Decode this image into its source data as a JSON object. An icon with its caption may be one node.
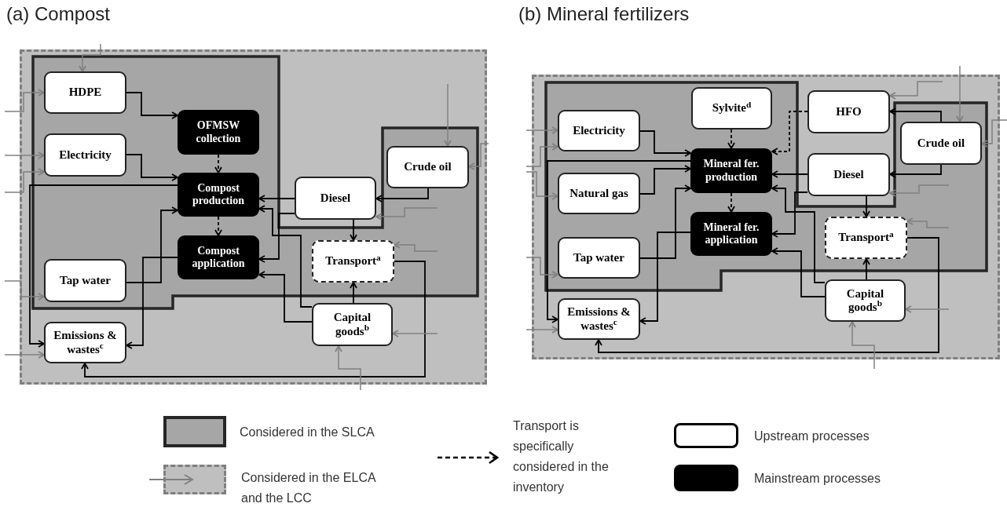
{
  "diagram": {
    "nodes": [
      {
        "text": [
          "(a) Compost"
        ]
      },
      {
        "text": [
          "HDPE"
        ],
        "in": 0
      },
      {
        "text": [
          "OFMSW collection"
        ],
        "in": 0
      },
      {
        "text": [
          "Electricity"
        ],
        "in": 0
      },
      {
        "text": [
          "Compost production"
        ],
        "in": 0
      },
      {
        "text": [
          "Crude oil"
        ],
        "in": 0
      },
      {
        "text": [
          "Diesel"
        ],
        "in": 0
      },
      {
        "text": [
          "Compost application"
        ],
        "in": 0
      },
      {
        "text": [
          "Tap water"
        ],
        "in": 0
      },
      {
        "text": [
          "Transport$^{a}$"
        ],
        "in": 0
      },
      {
        "text": [
          "Emissions & wastes$^{c}$"
        ],
        "in": 0
      },
      {
        "text": [
          "Capital goods$^{b}$"
        ],
        "in": 0
      },
      {
        "text": [
          "(b) Mineral fertilizers"
        ]
      },
      {
        "text": [
          "Sylvite$^{d}$"
        ],
        "in": 12
      },
      {
        "text": [
          "HFO"
        ],
        "in": 12
      },
      {
        "text": [
          "Electricity"
        ],
        "in": 12
      },
      {
        "text": [
          "Crude oil"
        ],
        "in": 12
      },
      {
        "text": [
          "Mineral fer. production"
        ],
        "in": 12
      },
      {
        "text": [
          "Natural gas"
        ],
        "in": 12
      },
      {
        "text": [
          "Diesel"
        ],
        "in": 12
      },
      {
        "text": [
          "Mineral fer. application"
        ],
        "in": 12
      },
      {
        "text": [
          "Tap water"
        ],
        "in": 12
      },
      {
        "text": [
          "Transport$^{a}$"
        ],
        "in": 12
      },
      {
        "text": [
          "Capital goods$^{b}$"
        ],
        "in": 12
      },
      {
        "text": [
          "Emissions & wastes$^{c}$"
        ],
        "in": 12
      }
    ],
    "edges": [
      {
        "from": 1,
        "to": 2,
        "arrow": "to"
      },
      {
        "from": 2,
        "to": 4,
        "arrow": "to",
        "style": "dashed"
      },
      {
        "from": 3,
        "to": 4,
        "arrow": "to"
      },
      {
        "from": 4,
        "to": 10,
        "arrow": "to"
      },
      {
        "from": 8,
        "to": 4,
        "arrow": "to"
      },
      {
        "from": 7,
        "to": 10,
        "arrow": "to"
      },
      {
        "from": 4,
        "to": 7,
        "arrow": "to",
        "style": "dashed"
      },
      {
        "from": 5,
        "to": 6,
        "arrow": "to"
      },
      {
        "from": 6,
        "to": 4,
        "arrow": "to"
      },
      {
        "from": 6,
        "to": 7,
        "arrow": "to"
      },
      {
        "from": 6,
        "to": 9,
        "arrow": "to"
      },
      {
        "from": 11,
        "to": 4,
        "arrow": "to"
      },
      {
        "from": 11,
        "to": 7,
        "arrow": "to"
      },
      {
        "from": 11,
        "to": 9,
        "arrow": "to"
      },
      {
        "from": 9,
        "to": 10,
        "arrow": "to"
      },
      {
        "from": null,
        "to": 1,
        "arrow": "to",
        "color": "#808080"
      },
      {
        "from": null,
        "to": 1,
        "arrow": "to",
        "color": "#808080"
      },
      {
        "from": null,
        "to": 3,
        "arrow": "to",
        "color": "#808080"
      },
      {
        "from": null,
        "to": 3,
        "arrow": "to",
        "color": "#808080"
      },
      {
        "from": null,
        "to": 8,
        "arrow": "to",
        "color": "#808080"
      },
      {
        "from": null,
        "to": 10,
        "arrow": "to",
        "color": "#808080"
      },
      {
        "from": null,
        "to": 5,
        "arrow": "to",
        "color": "#808080"
      },
      {
        "from": null,
        "to": 5,
        "arrow": "to",
        "color": "#808080"
      },
      {
        "from": null,
        "to": 6,
        "arrow": "to",
        "color": "#808080"
      },
      {
        "from": null,
        "to": 9,
        "arrow": "to",
        "color": "#808080"
      },
      {
        "from": null,
        "to": 11,
        "arrow": "to",
        "color": "#808080"
      },
      {
        "from": null,
        "to": 11,
        "arrow": "to",
        "color": "#808080"
      },
      {
        "from": 15,
        "to": 17,
        "arrow": "to"
      },
      {
        "from": 18,
        "to": 17,
        "arrow": "to"
      },
      {
        "from": 21,
        "to": 17,
        "arrow": "to"
      },
      {
        "from": 17,
        "to": 24,
        "arrow": "to"
      },
      {
        "from": 20,
        "to": 24,
        "arrow": "to"
      },
      {
        "from": 13,
        "to": 17,
        "arrow": "to",
        "style": "dashed"
      },
      {
        "from": 17,
        "to": 20,
        "arrow": "to",
        "style": "dashed"
      },
      {
        "from": 14,
        "to": 17,
        "arrow": "to",
        "style": "dashed"
      },
      {
        "from": 16,
        "to": 14,
        "arrow": "to"
      },
      {
        "from": 16,
        "to": 19,
        "arrow": "to"
      },
      {
        "from": 19,
        "to": 17,
        "arrow": "to"
      },
      {
        "from": 19,
        "to": 20,
        "arrow": "to"
      },
      {
        "from": 19,
        "to": 22,
        "arrow": "to"
      },
      {
        "from": 23,
        "to": 17,
        "arrow": "to"
      },
      {
        "from": 23,
        "to": 20,
        "arrow": "to"
      },
      {
        "from": 23,
        "to": 22,
        "arrow": "to"
      },
      {
        "from": 22,
        "to": 24,
        "arrow": "to"
      },
      {
        "from": null,
        "to": 15,
        "arrow": "to",
        "color": "#808080"
      },
      {
        "from": null,
        "to": 15,
        "arrow": "to",
        "color": "#808080"
      },
      {
        "from": null,
        "to": 18,
        "arrow": "to",
        "color": "#808080"
      },
      {
        "from": null,
        "to": 21,
        "arrow": "to",
        "color": "#808080"
      },
      {
        "from": null,
        "to": 24,
        "arrow": "to",
        "color": "#808080"
      },
      {
        "from": null,
        "to": 14,
        "arrow": "to",
        "color": "#808080"
      },
      {
        "from": null,
        "to": 16,
        "arrow": "to",
        "color": "#808080"
      },
      {
        "from": null,
        "to": 16,
        "arrow": "to",
        "color": "#808080"
      },
      {
        "from": null,
        "to": 19,
        "arrow": "to",
        "color": "#808080"
      },
      {
        "from": null,
        "to": 22,
        "arrow": "to",
        "color": "#808080"
      },
      {
        "from": null,
        "to": 23,
        "arrow": "to",
        "color": "#808080"
      },
      {
        "from": null,
        "to": 23,
        "arrow": "to",
        "color": "#808080"
      }
    ],
    "legend": [
      {
        "text": "Considered in the SLCA",
        "color": "#a6a6a6"
      },
      {
        "text": "Considered in the ELCA and the LCC",
        "color": "#bfbfbf"
      },
      {
        "text": "Transport is specifically considered in the inventory"
      },
      {
        "text": "Upstream processes",
        "color": "#ffffff"
      },
      {
        "text": "Mainstream processes",
        "color": "#000000"
      }
    ]
  }
}
